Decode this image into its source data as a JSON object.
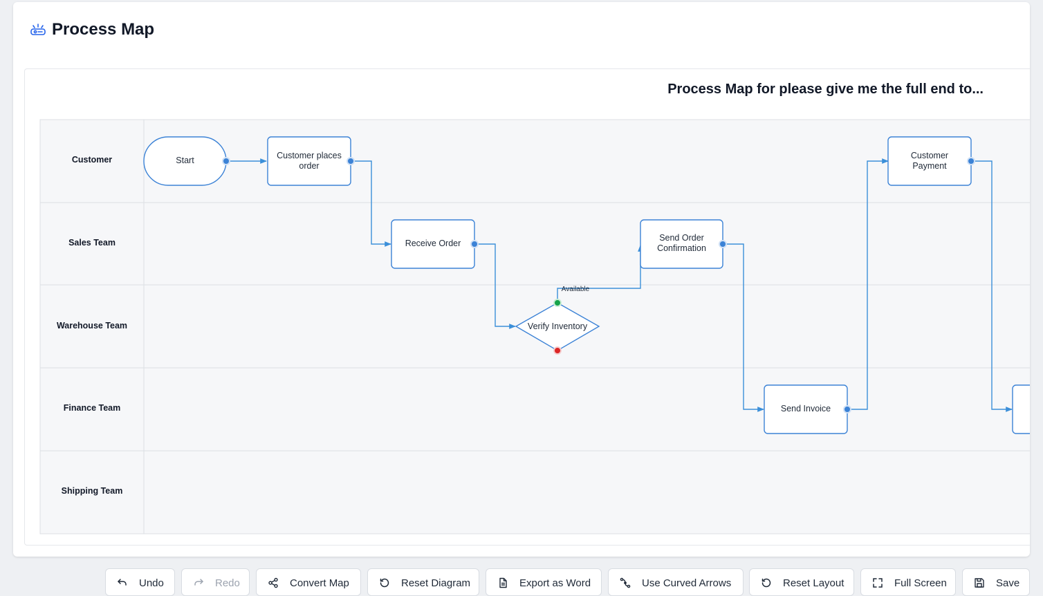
{
  "header": {
    "title": "Process Map",
    "icon": "process-map-icon",
    "accent": "#2563eb"
  },
  "diagram": {
    "title": "Process Map for please give me the full end to...",
    "lanes": [
      {
        "id": "customer",
        "label": "Customer"
      },
      {
        "id": "sales",
        "label": "Sales Team"
      },
      {
        "id": "warehouse",
        "label": "Warehouse Team"
      },
      {
        "id": "finance",
        "label": "Finance Team"
      },
      {
        "id": "shipping",
        "label": "Shipping Team"
      }
    ],
    "nodes": {
      "start": {
        "lines": [
          "Start"
        ]
      },
      "customer_places_order": {
        "lines": [
          "Customer places",
          "order"
        ]
      },
      "receive_order": {
        "lines": [
          "Receive Order"
        ]
      },
      "verify_inventory": {
        "lines": [
          "Verify Inventory"
        ]
      },
      "send_order_confirmation": {
        "lines": [
          "Send Order",
          "Confirmation"
        ]
      },
      "send_invoice": {
        "lines": [
          "Send Invoice"
        ]
      },
      "customer_payment": {
        "lines": [
          "Customer",
          "Payment"
        ]
      }
    },
    "edge_labels": {
      "available": "Available"
    },
    "colors": {
      "node_border": "#3b82d6",
      "edge": "#3b8fd9",
      "port": "#3b82d6",
      "yes_port": "#16a34a",
      "no_port": "#dc2626",
      "lane_bg": "#f6f7f9",
      "lane_border": "#dcdfe4"
    }
  },
  "toolbar": {
    "undo": "Undo",
    "redo": "Redo",
    "convert_map": "Convert Map",
    "reset_diagram": "Reset Diagram",
    "export_word": "Export as Word",
    "curved_arrows": "Use Curved Arrows",
    "reset_layout": "Reset Layout",
    "full_screen": "Full Screen",
    "save": "Save"
  }
}
